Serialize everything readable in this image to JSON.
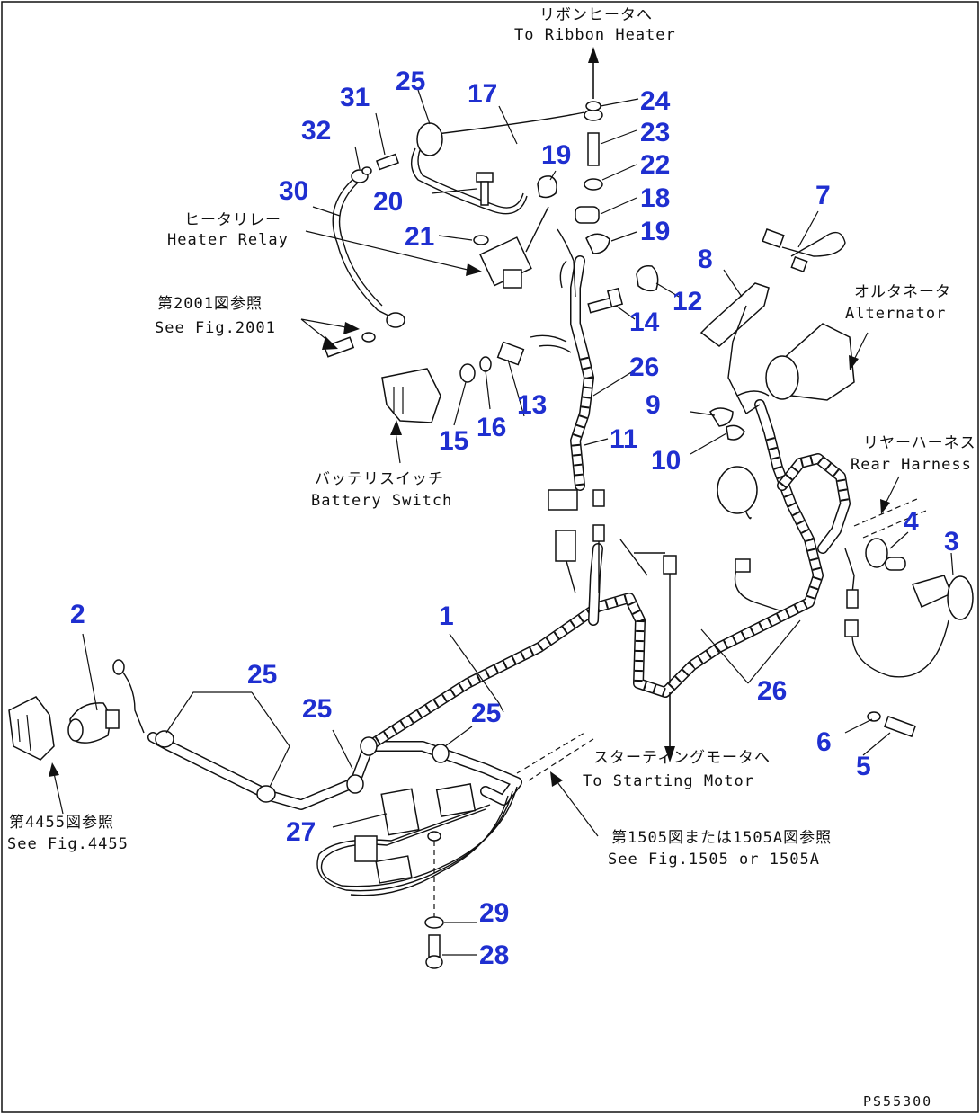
{
  "figure_code": "PS55300",
  "labels": {
    "ribbon_heater_jp": "リボンヒータへ",
    "ribbon_heater_en": "To Ribbon Heater",
    "heater_relay_jp": "ヒータリレー",
    "heater_relay_en": "Heater Relay",
    "see2001_jp": "第2001図参照",
    "see2001_en": "See Fig.2001",
    "battery_switch_jp": "バッテリスイッチ",
    "battery_switch_en": "Battery Switch",
    "alternator_jp": "オルタネータ",
    "alternator_en": "Alternator",
    "rear_harness_jp": "リヤーハーネス",
    "rear_harness_en": "Rear Harness",
    "starting_motor_jp": "スターティングモータへ",
    "starting_motor_en": "To Starting Motor",
    "see1505_jp": "第1505図または1505A図参照",
    "see1505_en": "See Fig.1505 or 1505A",
    "see4455_jp": "第4455図参照",
    "see4455_en": "See Fig.4455"
  },
  "part_numbers": {
    "p1": "1",
    "p2": "2",
    "p3": "3",
    "p4": "4",
    "p5": "5",
    "p6": "6",
    "p7": "7",
    "p8": "8",
    "p9": "9",
    "p10": "10",
    "p11": "11",
    "p12": "12",
    "p13": "13",
    "p14": "14",
    "p15": "15",
    "p16": "16",
    "p17": "17",
    "p18": "18",
    "p19a": "19",
    "p19b": "19",
    "p20": "20",
    "p21": "21",
    "p22": "22",
    "p23": "23",
    "p24": "24",
    "p25a": "25",
    "p25b": "25",
    "p25c": "25",
    "p25d": "25",
    "p26a": "26",
    "p26b": "26",
    "p27": "27",
    "p28": "28",
    "p29": "29",
    "p30": "30",
    "p31": "31",
    "p32": "32"
  }
}
